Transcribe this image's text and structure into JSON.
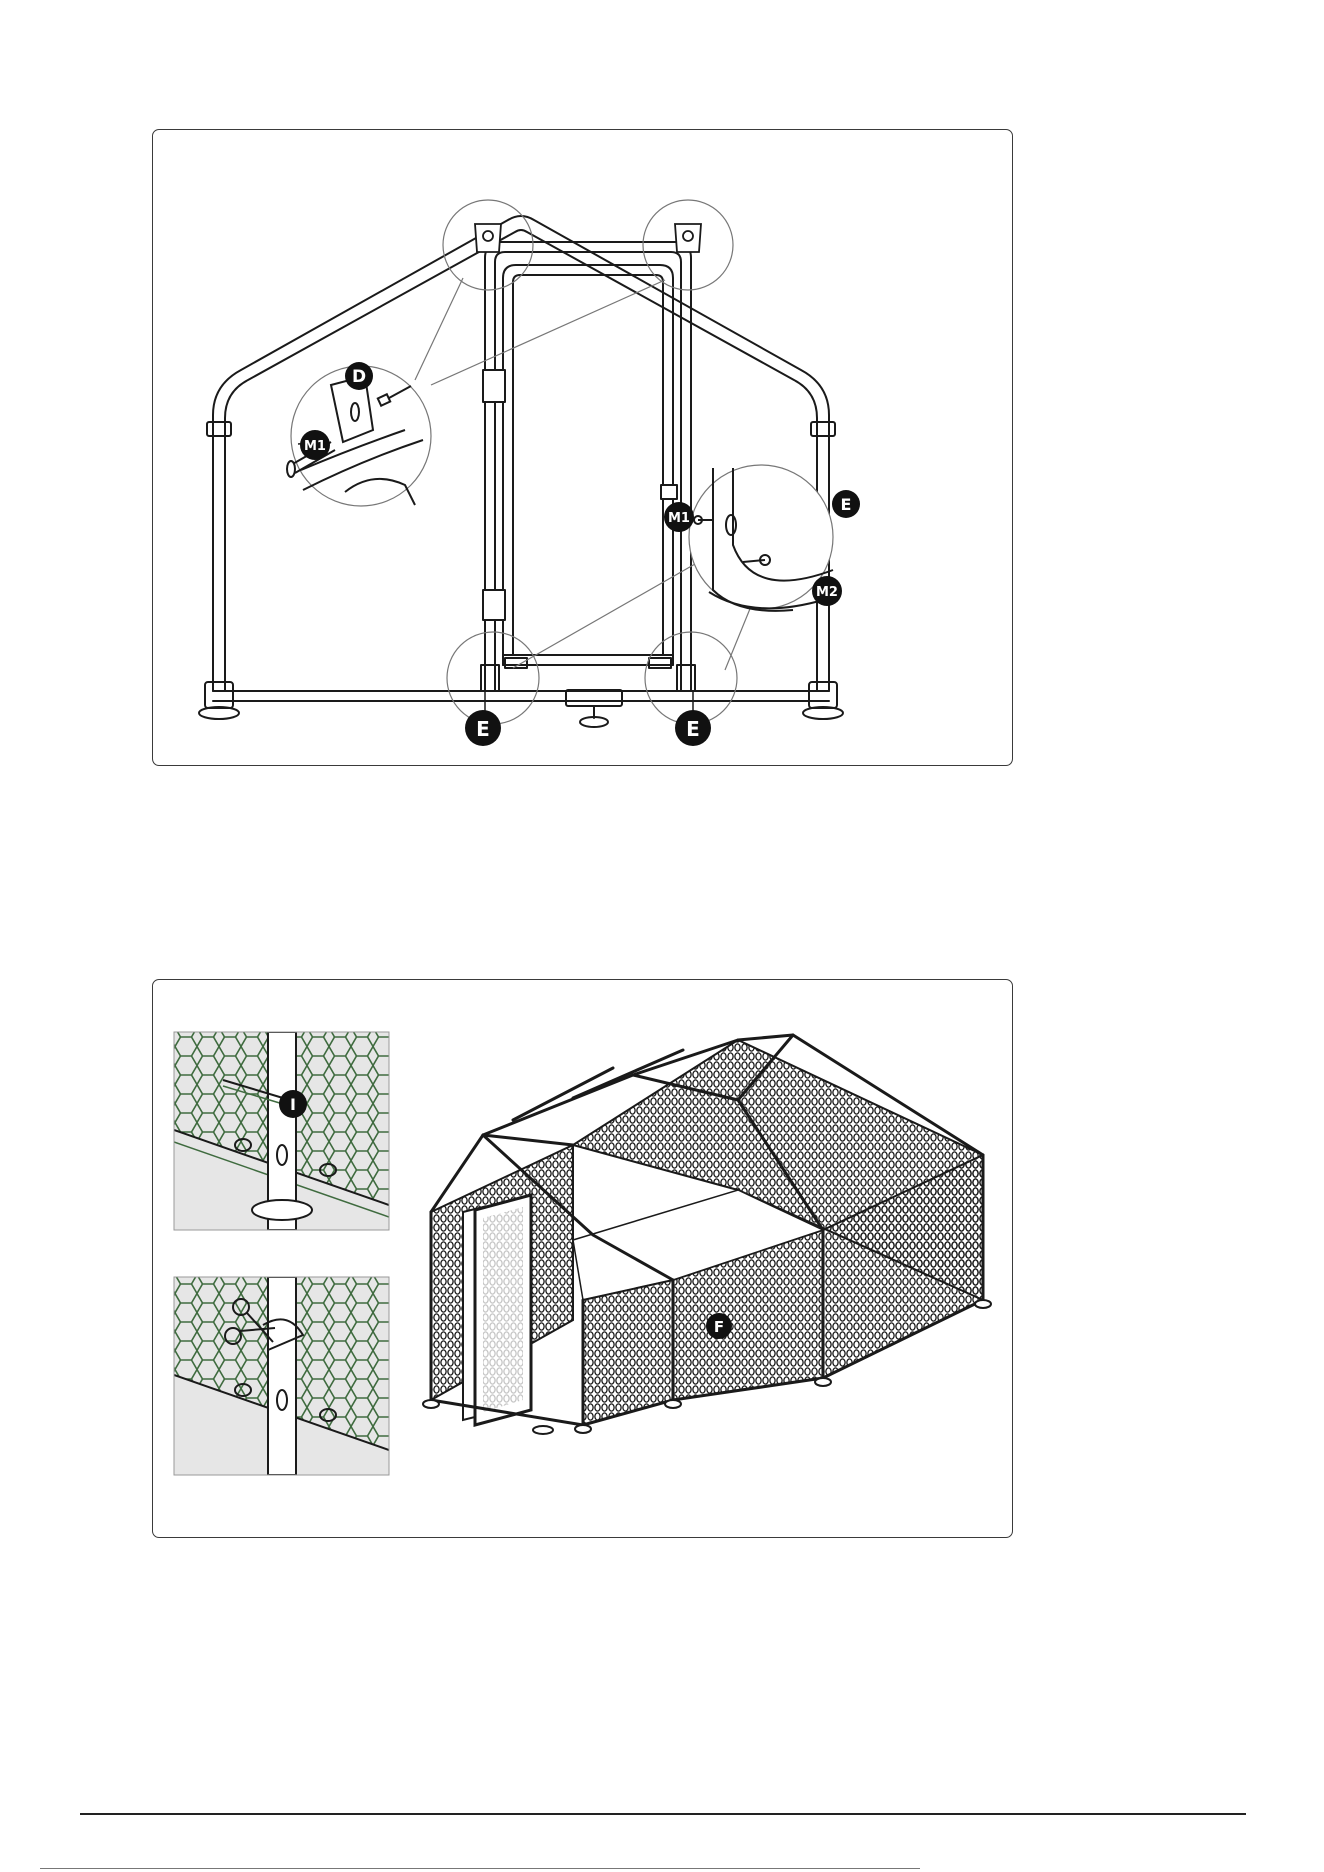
{
  "step_top": {
    "callouts": {
      "d": "D",
      "m1_left": "M1",
      "m1_right": "M1",
      "e_detail": "E",
      "m2": "M2",
      "e_left": "E",
      "e_right": "E"
    }
  },
  "step_bottom": {
    "callouts": {
      "i": "I",
      "f": "F"
    }
  },
  "colors": {
    "line": "#1a1a1a",
    "panel_border": "#3a3a3a",
    "badge": "#111111",
    "mesh_green": "#3f6b3f",
    "detail_bg": "#e6e6e6"
  }
}
